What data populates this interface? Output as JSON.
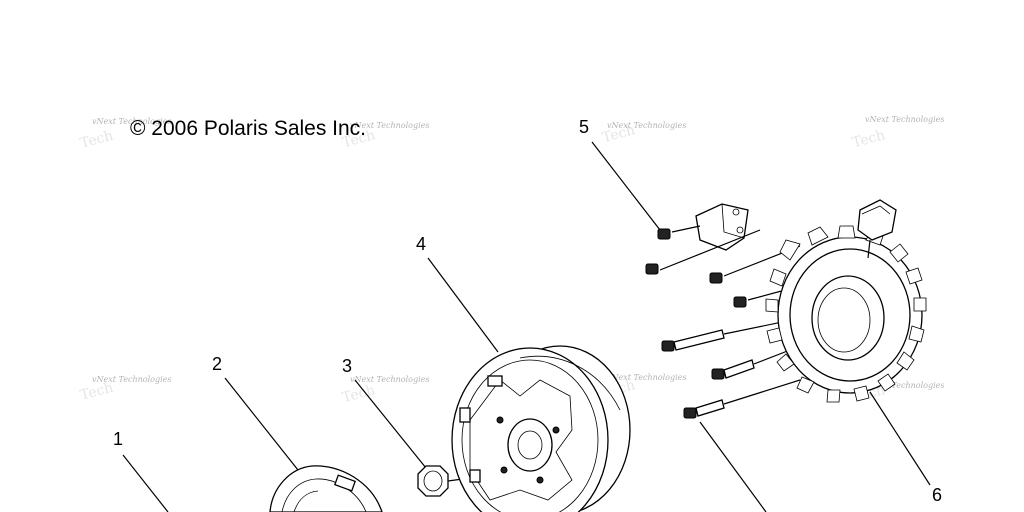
{
  "copyright": "© 2006 Polaris Sales Inc.",
  "watermark": "vNext Technologies",
  "callouts": [
    "1",
    "2",
    "3",
    "4",
    "5",
    "6"
  ]
}
